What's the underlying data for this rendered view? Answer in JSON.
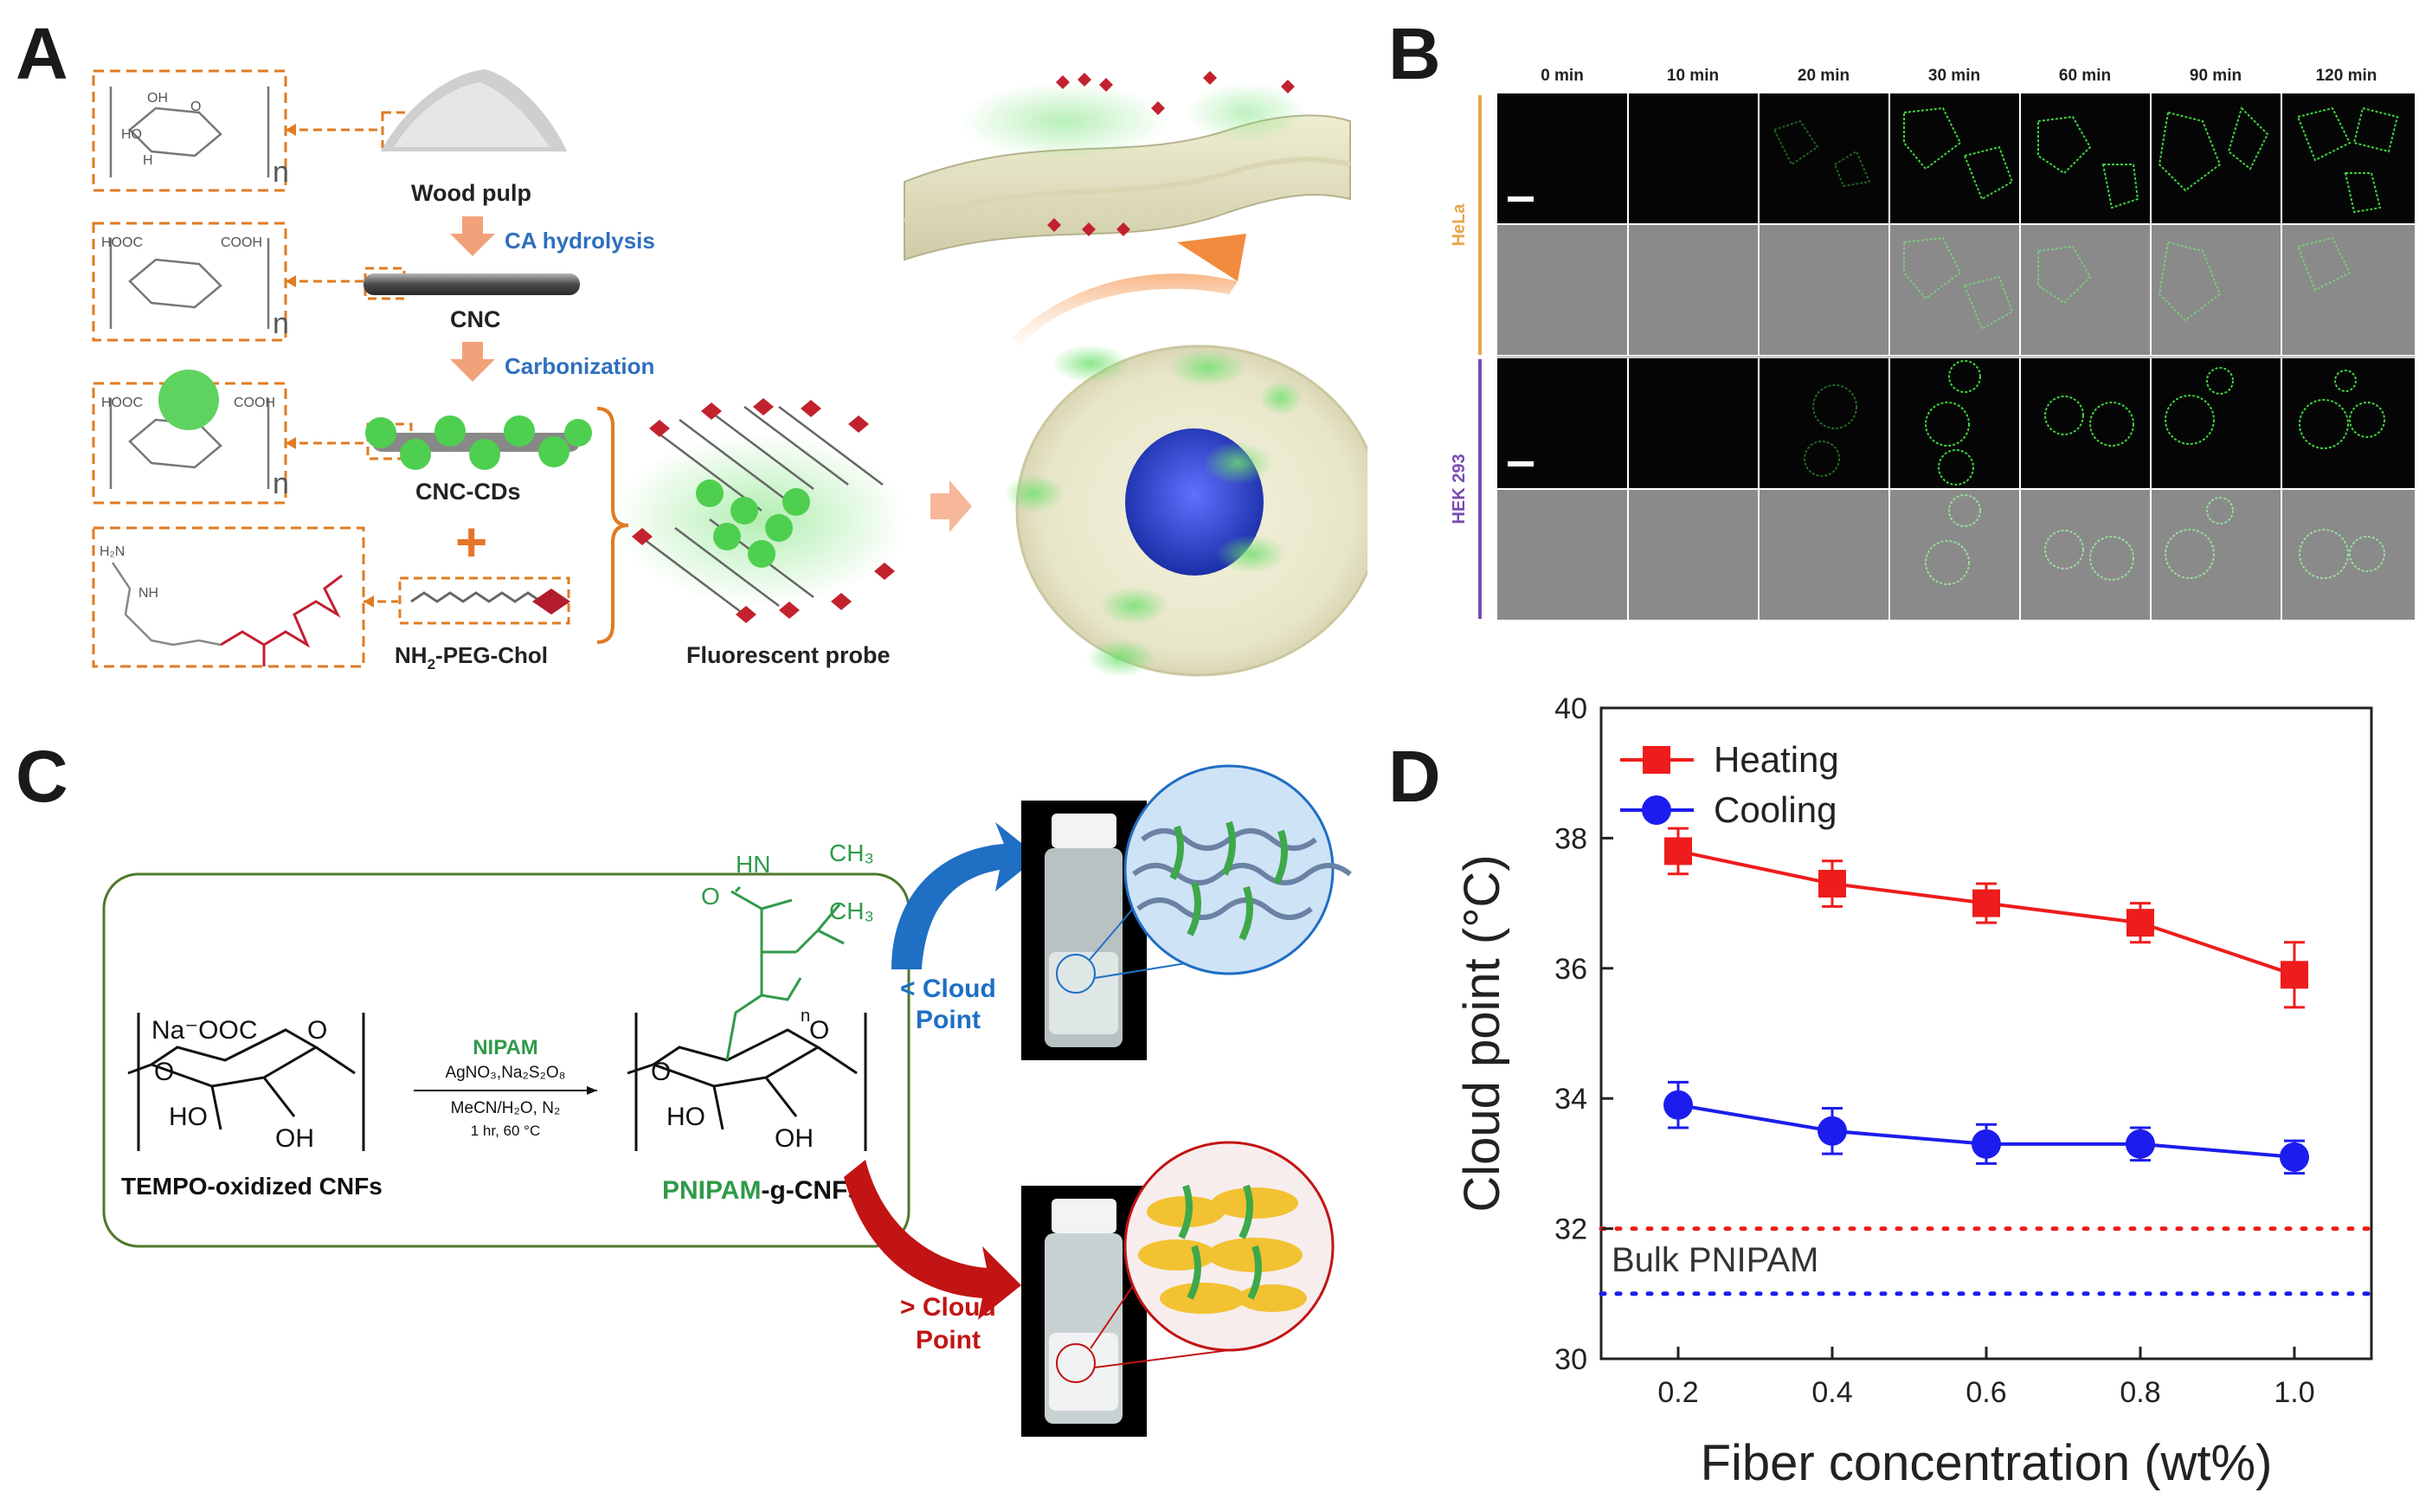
{
  "panels": {
    "a": {
      "letter": "A",
      "wood_pulp": "Wood pulp",
      "ca_hydrolysis": "CA hydrolysis",
      "cnc": "CNC",
      "carbonization": "Carbonization",
      "cnc_cds": "CNC-CDs",
      "peg_chol_main": "NH",
      "peg_chol_sub": "2",
      "peg_chol_rest": "-PEG-Chol",
      "probe": "Fluorescent probe",
      "plus": "+",
      "struct_n": "n",
      "struct_oh": "OH",
      "struct_o": "O",
      "struct_h": "H",
      "struct_ho": "HO",
      "struct_hooc": "HOOC",
      "struct_cooh": "COOH",
      "struct_h2n": "H₂N",
      "struct_nh": "NH"
    },
    "b": {
      "letter": "B",
      "timepoints": [
        "0 min",
        "10 min",
        "20 min",
        "30 min",
        "60 min",
        "90 min",
        "120 min"
      ],
      "cell_line_1": "HeLa",
      "cell_line_2": "HEK 293",
      "colors": {
        "hela": "#e8a64a",
        "hek": "#7a4bb0",
        "green": "#3fd23f"
      }
    },
    "c": {
      "letter": "C",
      "reactant_label": "TEMPO-oxidized CNFs",
      "reagent_main": "NIPAM",
      "reagent_line2": "AgNO₃,Na₂S₂O₈",
      "reagent_line3": "MeCN/H₂O, N₂",
      "reagent_line4": "1 hr, 60 °C",
      "product_part1": "PNIPAM",
      "product_part2": "-g-CNFs",
      "below_cloud": "< Cloud\nPoint",
      "above_cloud": "> Cloud\nPoint",
      "na_ooc": "Na⁻OOC",
      "ho": "HO",
      "oh": "OH",
      "o": "O",
      "hn": "HN",
      "ch3": "CH₃",
      "n": "n",
      "colors": {
        "green": "#2f9a4a",
        "blue": "#1f6fc4",
        "red": "#c21414",
        "box": "#4d7a2b"
      }
    },
    "d": {
      "letter": "D"
    }
  },
  "chart_data": {
    "type": "line",
    "xlabel": "Fiber concentration (wt%)",
    "ylabel": "Cloud point (°C)",
    "xlim": [
      0.1,
      1.1
    ],
    "ylim": [
      30,
      40
    ],
    "xticks": [
      "0.2",
      "0.4",
      "0.6",
      "0.8",
      "1.0"
    ],
    "yticks": [
      "30",
      "32",
      "34",
      "36",
      "38",
      "40"
    ],
    "x": [
      0.2,
      0.4,
      0.6,
      0.8,
      1.0
    ],
    "series": [
      {
        "name": "Heating",
        "color": "#ee1c1c",
        "marker": "square",
        "values": [
          37.8,
          37.3,
          37.0,
          36.7,
          35.9
        ],
        "errors": [
          0.35,
          0.35,
          0.3,
          0.3,
          0.5
        ]
      },
      {
        "name": "Cooling",
        "color": "#1c1cee",
        "marker": "circle",
        "values": [
          33.9,
          33.5,
          33.3,
          33.3,
          33.1
        ],
        "errors": [
          0.35,
          0.35,
          0.3,
          0.25,
          0.25
        ]
      }
    ],
    "reference_lines": [
      {
        "value": 32,
        "color": "#ee1c1c",
        "style": "dotted"
      },
      {
        "value": 31,
        "color": "#1c1cee",
        "style": "dotted"
      }
    ],
    "annotation": "Bulk PNIPAM",
    "legend_position": "top-left",
    "grid": false
  }
}
